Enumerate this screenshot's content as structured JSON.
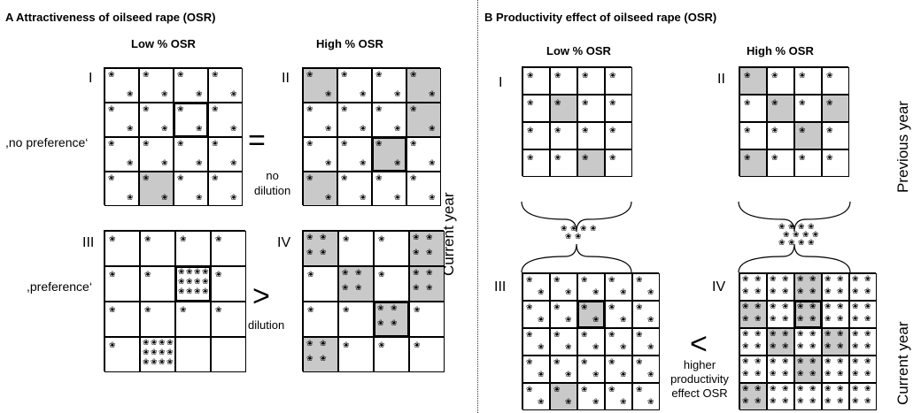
{
  "panel_a": {
    "title": "A Attractiveness of oilseed rape (OSR)",
    "low_header": "Low % OSR",
    "high_header": "High % OSR",
    "roman_i": "I",
    "roman_ii": "II",
    "roman_iii": "III",
    "roman_iv": "IV",
    "no_preference": ",no preference‘",
    "preference": ",preference‘",
    "equals": "=",
    "greater": ">",
    "no_dilution": "no\ndilution",
    "dilution": "dilution",
    "current_year": "Current year"
  },
  "panel_b": {
    "title": "B Productivity effect of oilseed rape (OSR)",
    "low_header": "Low % OSR",
    "high_header": "High % OSR",
    "roman_i": "I",
    "roman_ii": "II",
    "roman_iii": "III",
    "roman_iv": "IV",
    "less": "<",
    "higher_productivity": "higher\nproductivity\neffect OSR",
    "previous_year": "Previous year",
    "current_year": "Current year"
  },
  "icons": {
    "bee": "bee-icon"
  },
  "colors": {
    "osr_field": "#c9c9c9",
    "other_field": "#ffffff"
  }
}
